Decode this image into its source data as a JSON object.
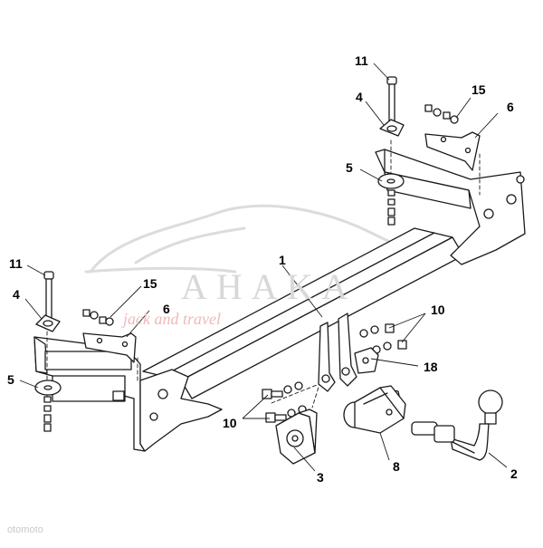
{
  "diagram": {
    "callouts": {
      "c1": "1",
      "c2": "2",
      "c3": "3",
      "c4_left": "4",
      "c4_right": "4",
      "c5_left": "5",
      "c5_right": "5",
      "c6_left": "6",
      "c6_right": "6",
      "c8": "8",
      "c10_left": "10",
      "c10_right": "10",
      "c11_left": "11",
      "c11_right": "11",
      "c15_left": "15",
      "c15_right": "15",
      "c18": "18"
    },
    "watermark": {
      "brand": "AHAKA",
      "tagline": "jack and travel"
    },
    "credit": "otomoto"
  },
  "colors": {
    "line": "#1a1a1a",
    "watermark_text": "#d8d8d8",
    "watermark_tagline": "#efb9b9"
  }
}
